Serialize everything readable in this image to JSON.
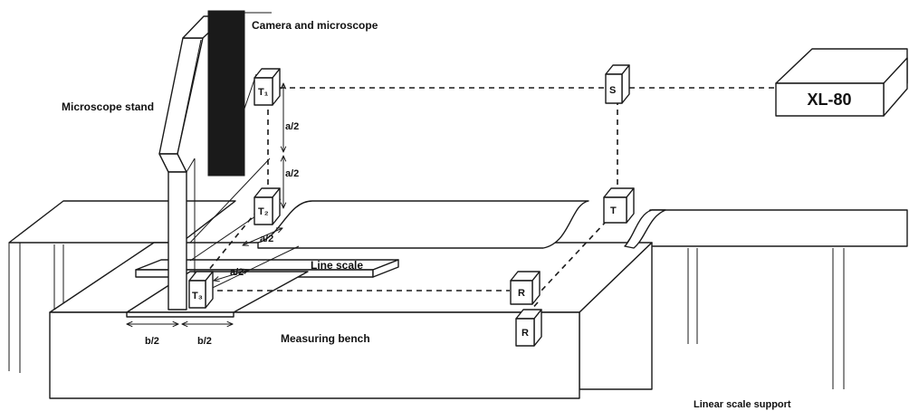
{
  "labels": {
    "camera": "Camera and microscope",
    "stand": "Microscope stand",
    "line_scale": "Line scale",
    "bench": "Measuring bench",
    "support": "Linear scale support",
    "xl80": "XL-80",
    "a2": "a/2",
    "b2": "b/2"
  },
  "targets": {
    "t1": "T₁",
    "t2": "T₂",
    "t3": "T₃",
    "s": "S",
    "t": "T",
    "r1": "R",
    "r2": "R"
  }
}
